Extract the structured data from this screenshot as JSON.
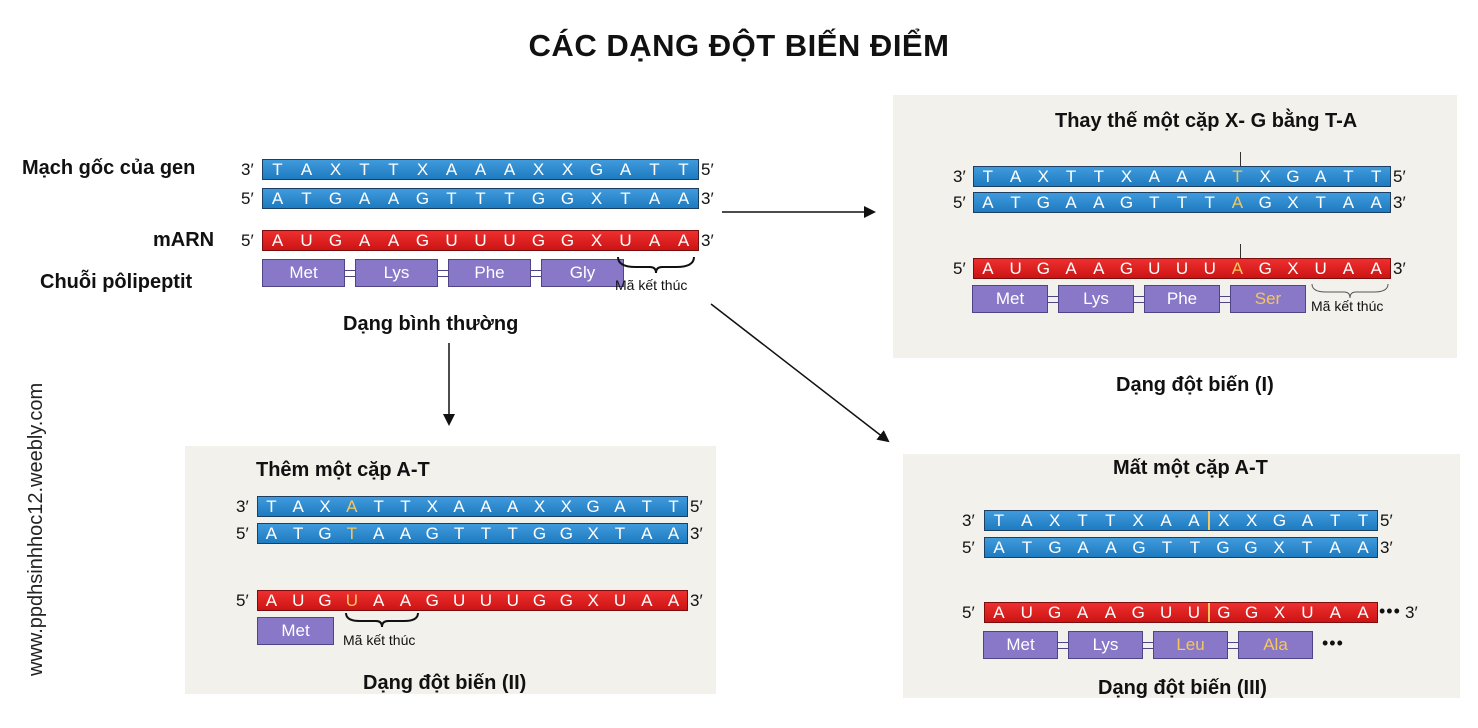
{
  "title": "CÁC DẠNG ĐỘT BIẾN ĐIỂM",
  "side_text": "www.ppdhsinhhoc12.weebly.com",
  "ends": {
    "three": "3′",
    "five": "5′"
  },
  "dots": "•••",
  "normal": {
    "label_template": "Mạch gốc của gen",
    "label_mrna": "mARN",
    "label_chain": "Chuỗi pôlipeptit",
    "template": [
      "T",
      "A",
      "X",
      "T",
      "T",
      "X",
      "A",
      "A",
      "A",
      "X",
      "X",
      "G",
      "A",
      "T",
      "T"
    ],
    "coding": [
      "A",
      "T",
      "G",
      "A",
      "A",
      "G",
      "T",
      "T",
      "T",
      "G",
      "G",
      "X",
      "T",
      "A",
      "A"
    ],
    "mrna": [
      "A",
      "U",
      "G",
      "A",
      "A",
      "G",
      "U",
      "U",
      "U",
      "G",
      "G",
      "X",
      "U",
      "A",
      "A"
    ],
    "chain": [
      "Met",
      "Lys",
      "Phe",
      "Gly"
    ],
    "stop_label": "Mã kết thúc",
    "caption": "Dạng bình thường"
  },
  "mut1": {
    "heading": "Thay thế một cặp X- G bằng T-A",
    "template": [
      "T",
      "A",
      "X",
      "T",
      "T",
      "X",
      "A",
      "A",
      "A",
      "T",
      "X",
      "G",
      "A",
      "T",
      "T"
    ],
    "coding": [
      "A",
      "T",
      "G",
      "A",
      "A",
      "G",
      "T",
      "T",
      "T",
      "A",
      "G",
      "X",
      "T",
      "A",
      "A"
    ],
    "mrna": [
      "A",
      "U",
      "G",
      "A",
      "A",
      "G",
      "U",
      "U",
      "U",
      "A",
      "G",
      "X",
      "U",
      "A",
      "A"
    ],
    "chain": [
      "Met",
      "Lys",
      "Phe",
      "Ser"
    ],
    "stop_label": "Mã kết thúc",
    "caption": "Dạng đột biến (I)"
  },
  "mut2": {
    "heading": "Thêm một cặp A-T",
    "template": [
      "T",
      "A",
      "X",
      "A",
      "T",
      "T",
      "X",
      "A",
      "A",
      "A",
      "X",
      "X",
      "G",
      "A",
      "T",
      "T"
    ],
    "coding": [
      "A",
      "T",
      "G",
      "T",
      "A",
      "A",
      "G",
      "T",
      "T",
      "T",
      "G",
      "G",
      "X",
      "T",
      "A",
      "A"
    ],
    "mrna": [
      "A",
      "U",
      "G",
      "U",
      "A",
      "A",
      "G",
      "U",
      "U",
      "U",
      "G",
      "G",
      "X",
      "U",
      "A",
      "A"
    ],
    "chain": [
      "Met"
    ],
    "stop_label": "Mã kết thúc",
    "caption": "Dạng đột biến (II)"
  },
  "mut3": {
    "heading": "Mất một cặp A-T",
    "template": [
      "T",
      "A",
      "X",
      "T",
      "T",
      "X",
      "A",
      "A",
      "X",
      "X",
      "G",
      "A",
      "T",
      "T"
    ],
    "coding": [
      "A",
      "T",
      "G",
      "A",
      "A",
      "G",
      "T",
      "T",
      "G",
      "G",
      "X",
      "T",
      "A",
      "A"
    ],
    "mrna": [
      "A",
      "U",
      "G",
      "A",
      "A",
      "G",
      "U",
      "U",
      "G",
      "G",
      "X",
      "U",
      "A",
      "A"
    ],
    "chain": [
      "Met",
      "Lys",
      "Leu",
      "Ala"
    ],
    "caption": "Dạng đột biến (III)"
  }
}
